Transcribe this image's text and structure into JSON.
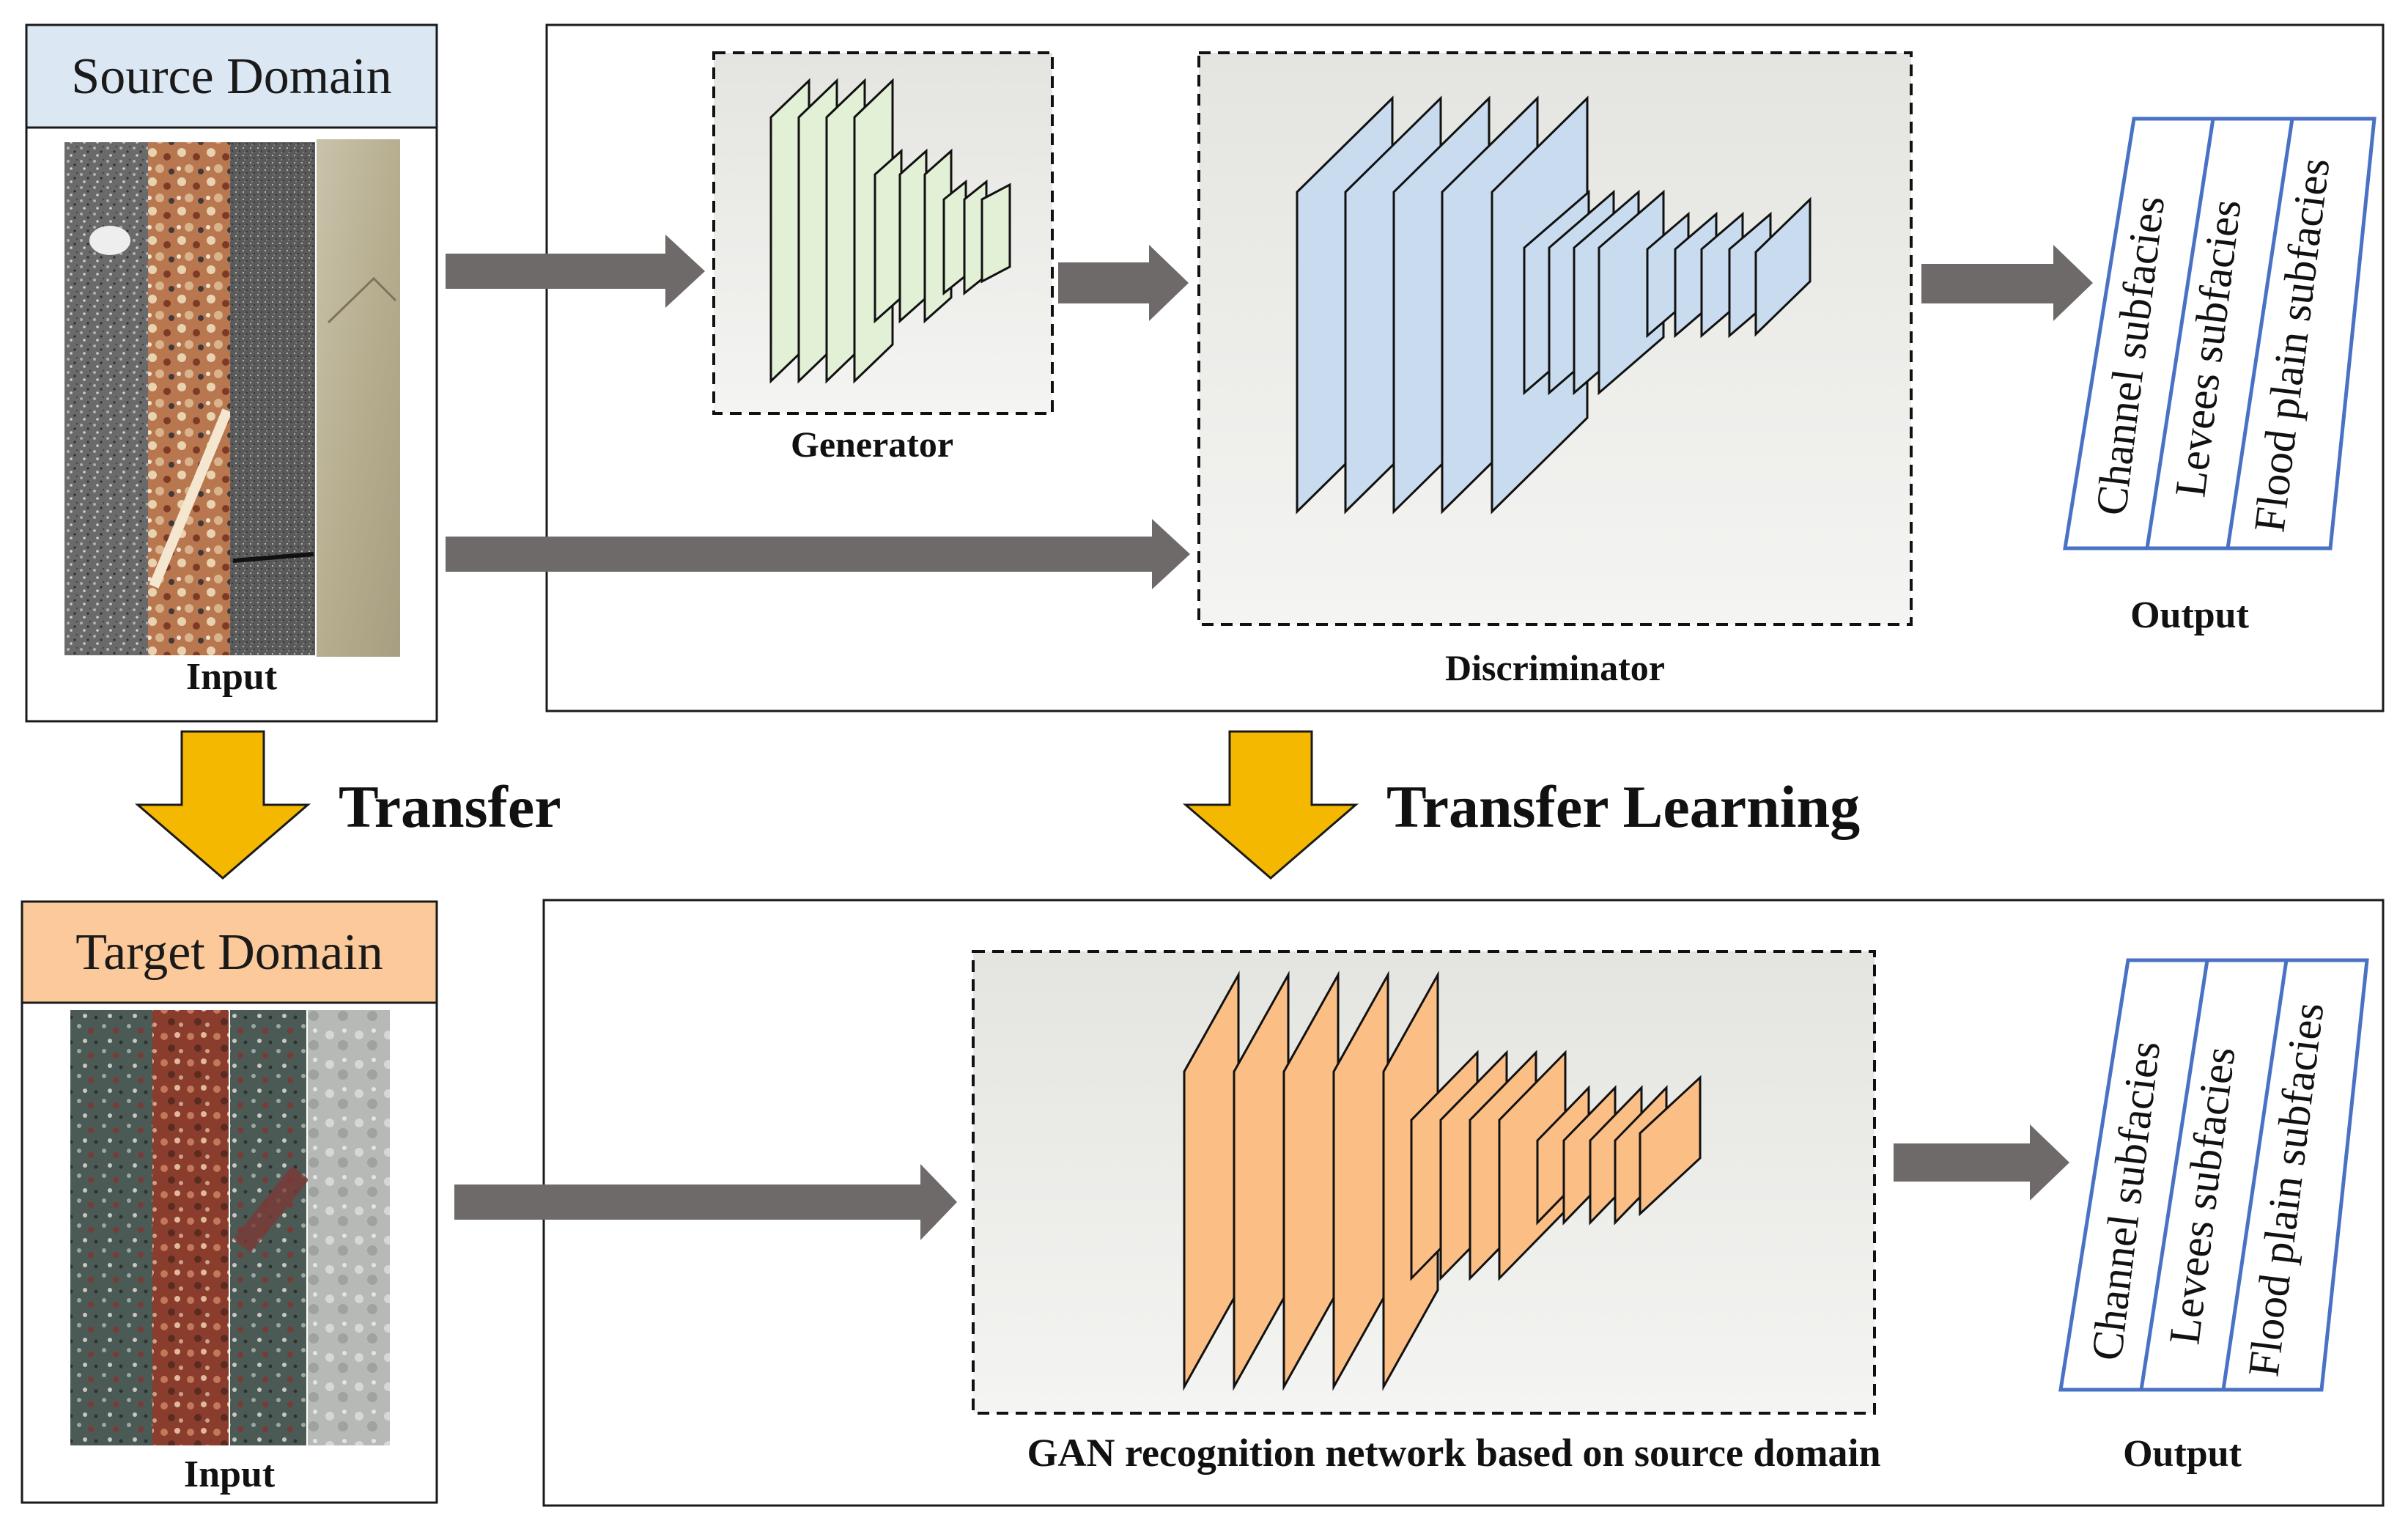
{
  "source": {
    "title": "Source Domain",
    "input_label": "Input",
    "title_bg": "#dbe7f3"
  },
  "target": {
    "title": "Target Domain",
    "input_label": "Input",
    "title_bg": "#fbc99a"
  },
  "transfer": {
    "left_label": "Transfer",
    "right_label": "Transfer Learning",
    "arrow_color": "#f5b800"
  },
  "top_panel": {
    "generator_label": "Generator",
    "discriminator_label": "Discriminator",
    "output_label": "Output",
    "outputs": [
      "Channel  subfacies",
      "Levees subfacies",
      "Flood plain subfacies"
    ]
  },
  "bottom_panel": {
    "network_label": "GAN recognition network based on source domain",
    "output_label": "Output",
    "outputs": [
      "Channel  subfacies",
      "Levees subfacies",
      "Flood plain subfacies"
    ]
  },
  "colors": {
    "generator_layer": "#e2f0d6",
    "discriminator_layer": "#c9dcef",
    "recognition_layer": "#fbbf86",
    "gray_arrow": "#6e6a69",
    "output_border": "#4a72c4"
  }
}
